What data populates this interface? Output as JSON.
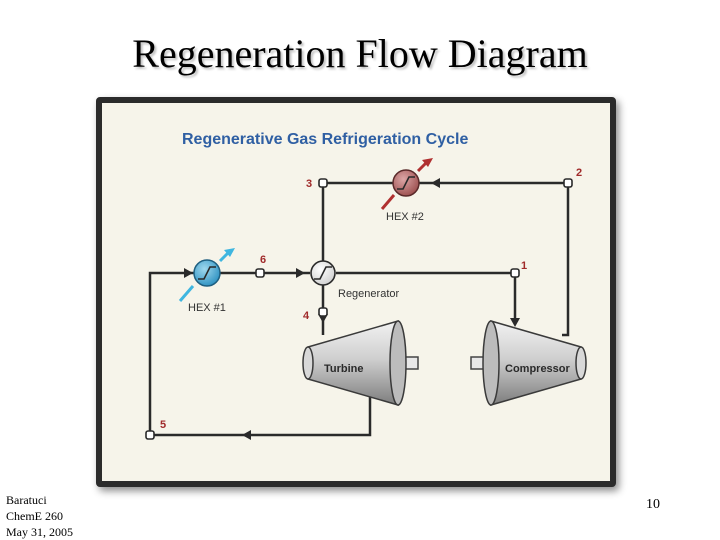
{
  "slide": {
    "title": "Regeneration Flow Diagram",
    "page_number": "10",
    "footer": [
      "Baratuci",
      "ChemE 260",
      "May 31, 2005"
    ]
  },
  "diagram": {
    "title": "Regenerative Gas Refrigeration Cycle",
    "components": {
      "hex1": "HEX #1",
      "hex2": "HEX #2",
      "regenerator": "Regenerator",
      "turbine": "Turbine",
      "compressor": "Compressor"
    },
    "states": [
      "1",
      "2",
      "3",
      "4",
      "5",
      "6"
    ],
    "colors": {
      "title": "#2f5fa3",
      "hex1_fill": "#3fa7d6",
      "hex2_fill": "#b86a6a",
      "arrow_red": "#b03030",
      "arrow_cyan": "#3fb6e0",
      "state_numbers": "#a02a2a"
    }
  }
}
